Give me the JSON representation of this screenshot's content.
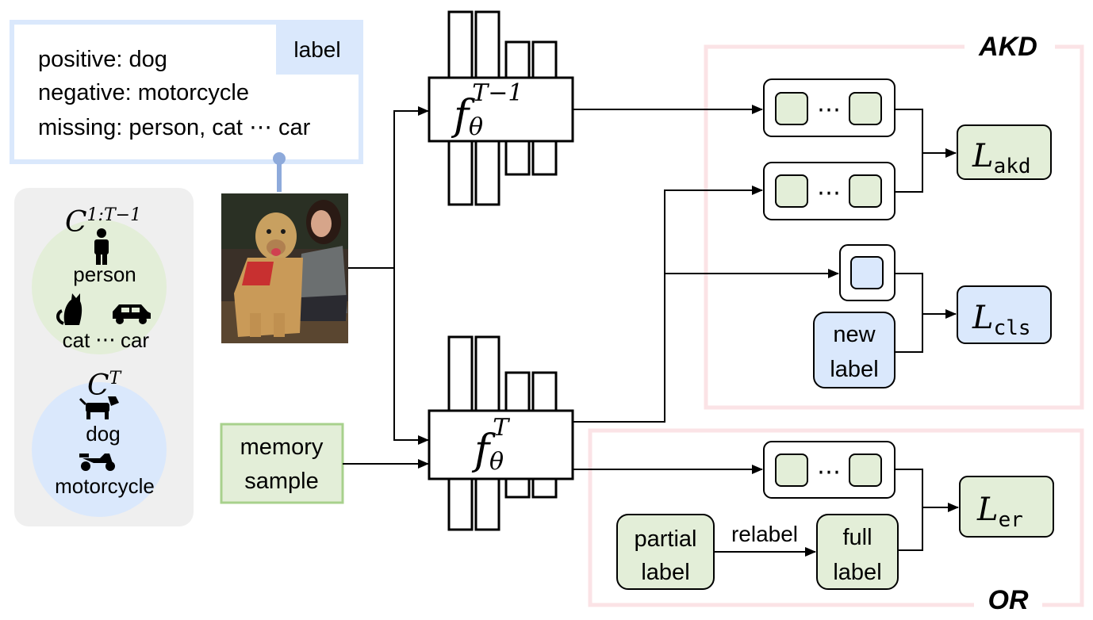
{
  "label_box": {
    "tag": "label",
    "lines": [
      "positive: dog",
      "negative: motorcycle",
      "missing: person, cat ⋯ car"
    ]
  },
  "classes_panel": {
    "old_set_symbol": "C",
    "old_set_sup": "1:T−1",
    "old_classes": [
      "person",
      "cat",
      "car"
    ],
    "old_ellipsis": "⋯",
    "new_set_symbol": "C",
    "new_set_sup": "T",
    "new_classes": [
      "dog",
      "motorcycle"
    ]
  },
  "models": {
    "old_base": "f",
    "old_sub": "θ",
    "old_sup": "T−1",
    "new_base": "f",
    "new_sub": "θ",
    "new_sup": "T"
  },
  "memory_sample": [
    "memory",
    "sample"
  ],
  "akd": {
    "title": "AKD",
    "loss_akd_base": "L",
    "loss_akd_sub": "akd",
    "loss_cls_base": "L",
    "loss_cls_sub": "cls",
    "new_label": [
      "new",
      "label"
    ],
    "ellipsis": "⋯"
  },
  "or": {
    "title": "OR",
    "loss_er_base": "L",
    "loss_er_sub": "er",
    "partial_label": [
      "partial",
      "label"
    ],
    "relabel": "relabel",
    "full_label": [
      "full",
      "label"
    ]
  },
  "colors": {
    "green_fill": "#e3eed8",
    "green_border": "#a8d18d",
    "blue_fill": "#dae8fc",
    "label_border": "#dae8fc",
    "panel_gray": "#efefef",
    "region_pink": "#fbe3e6",
    "connector_blue": "#8eaadb"
  }
}
